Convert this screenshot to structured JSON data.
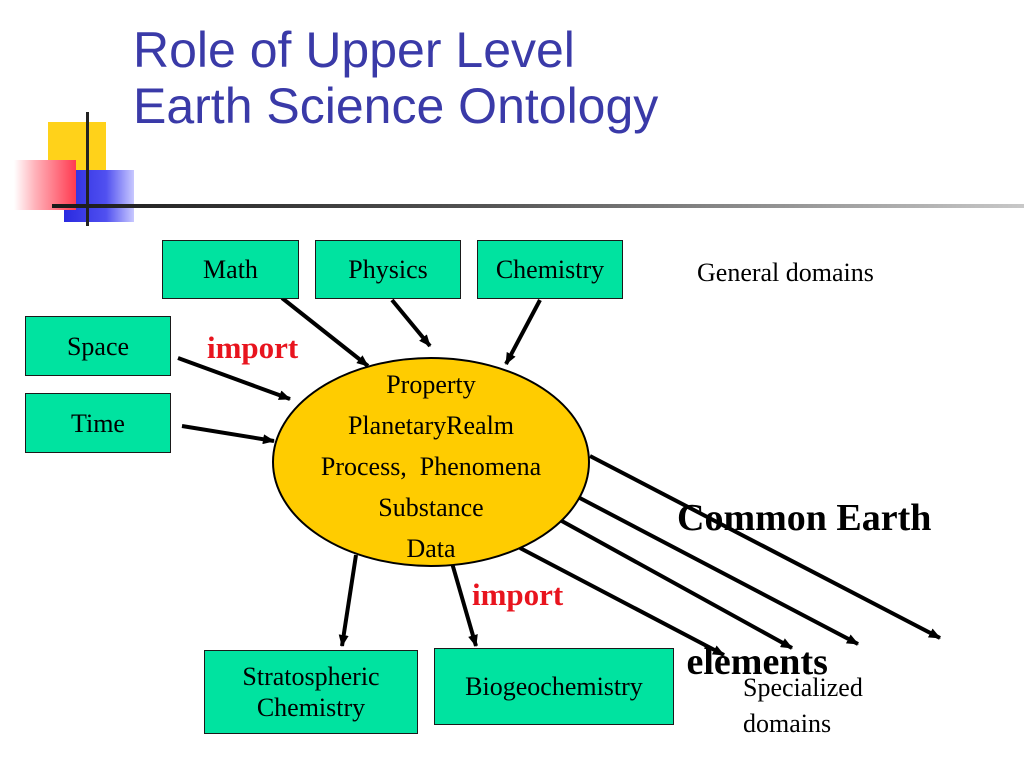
{
  "title": {
    "line1": "Role of Upper Level",
    "line2": "Earth Science Ontology"
  },
  "general_domains": [
    "Math",
    "Physics",
    "Chemistry"
  ],
  "general_domains_label": "General domains",
  "side_domains": [
    "Space",
    "Time"
  ],
  "import_label": "import",
  "core_concepts": [
    "Property",
    "PlanetaryRealm",
    "Process,  Phenomena",
    "Substance",
    "Data"
  ],
  "common_label": {
    "line1": "Common Earth",
    "line2": " elements"
  },
  "specialized_domains": [
    {
      "line1": "Stratospheric",
      "line2": "Chemistry"
    },
    {
      "line1": "Biogeochemistry"
    }
  ],
  "specialized_label": {
    "line1": "Specialized",
    "line2": "domains"
  },
  "colors": {
    "title": "#3a3aa8",
    "box_fill": "#00e3a0",
    "ellipse_fill": "#ffcc00",
    "import_text": "#e8141e"
  }
}
